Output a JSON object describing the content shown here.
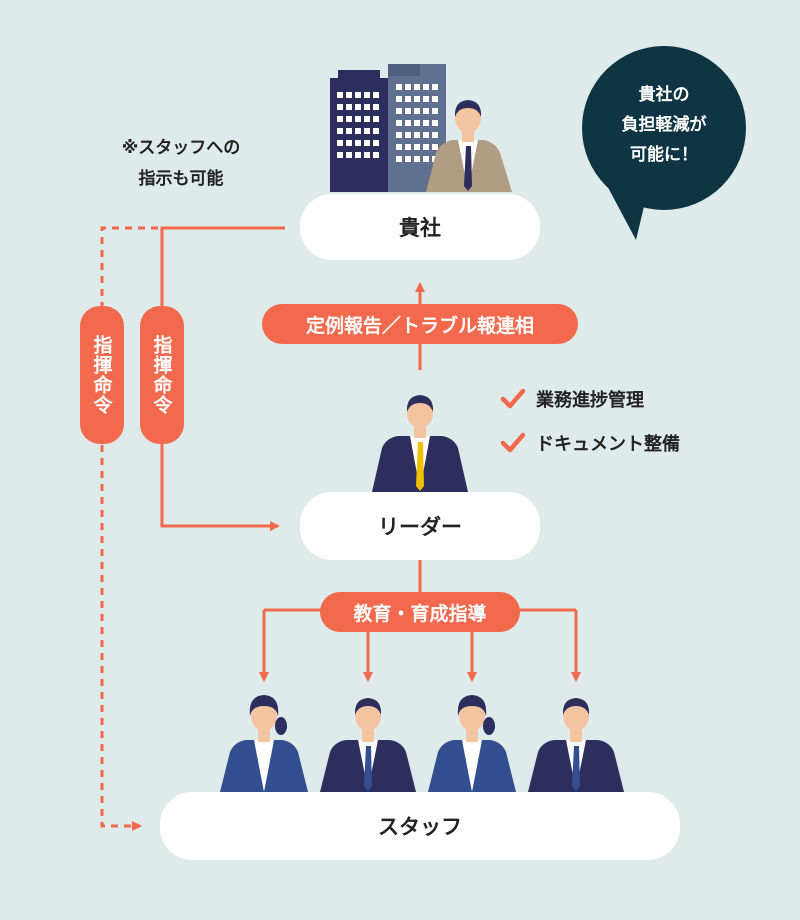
{
  "company": {
    "label": "貴社"
  },
  "leader": {
    "label": "リーダー"
  },
  "staff": {
    "label": "スタッフ"
  },
  "report": {
    "label": "定例報告／トラブル報連相"
  },
  "education": {
    "label": "教育・育成指導"
  },
  "command_left": {
    "label": "指揮命令"
  },
  "command_right": {
    "label": "指揮命令"
  },
  "note": {
    "line1": "※スタッフへの",
    "line2": "指示も可能"
  },
  "bubble": {
    "line1": "貴社の",
    "line2": "負担軽減が",
    "line3": "可能に！"
  },
  "leader_tasks": [
    {
      "label": "業務進捗管理",
      "icon": "check-icon"
    },
    {
      "label": "ドキュメント整備",
      "icon": "check-icon"
    }
  ],
  "colors": {
    "accent": "#f2694d",
    "background": "#deebea",
    "bubble": "#0f3443",
    "navy": "#2d2e5e",
    "blue": "#344f8f"
  }
}
